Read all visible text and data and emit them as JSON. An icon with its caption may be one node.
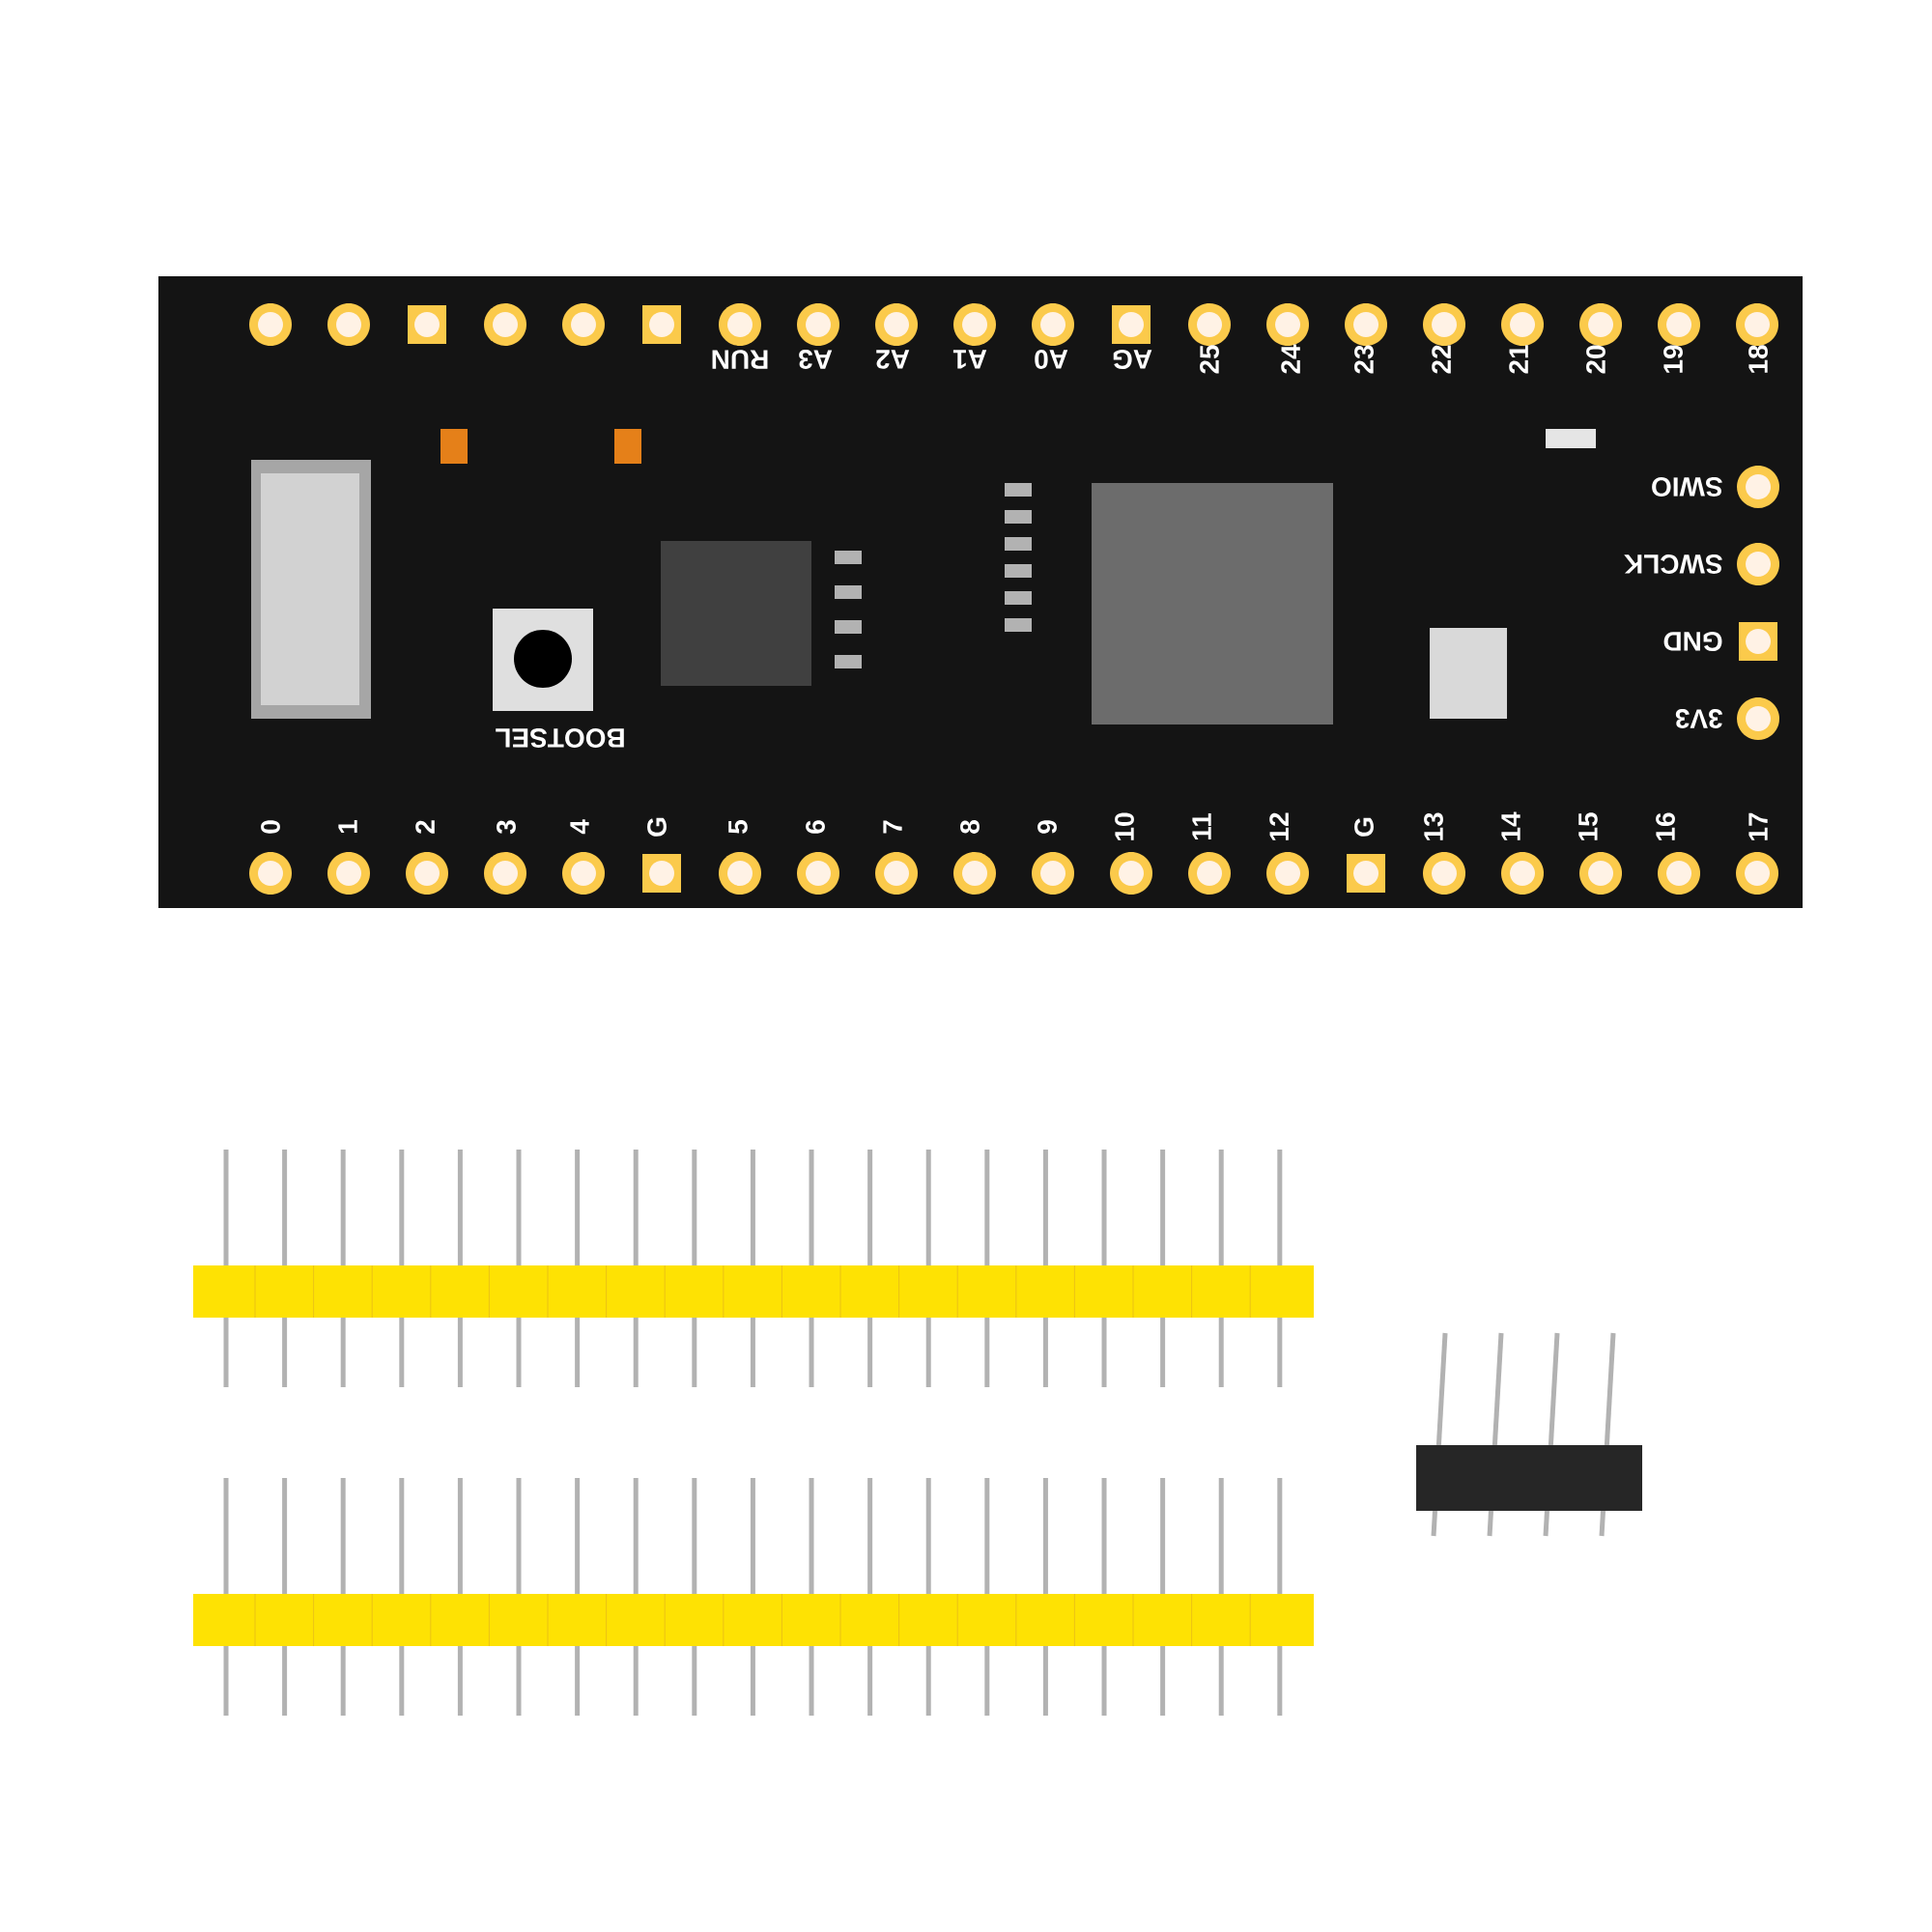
{
  "diagram": {
    "labels": [
      "RUN",
      "A3",
      "A2",
      "A1",
      "A0",
      "AG",
      "25",
      "24",
      "23",
      "22",
      "21",
      "20",
      "19",
      "18",
      "SWIO",
      "SWCLK",
      "GND",
      "3V3",
      "BOOTSEL",
      "0",
      "1",
      "2",
      "3",
      "4",
      "G",
      "5",
      "6",
      "7",
      "8",
      "9",
      "10",
      "11",
      "12",
      "G",
      "13",
      "14",
      "15",
      "16",
      "17"
    ]
  }
}
